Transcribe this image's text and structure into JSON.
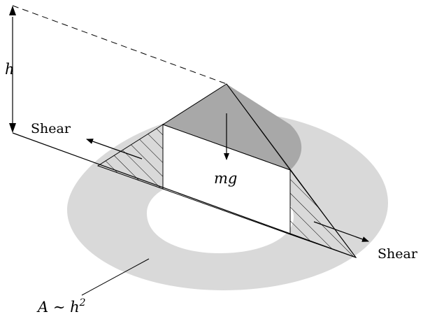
{
  "labels": {
    "height": "h",
    "shear_left": "Shear",
    "shear_right": "Shear",
    "weight": "mg",
    "area_prefix": "A ∼ h",
    "area_exponent": "2"
  },
  "colors": {
    "annulus_fill": "#d9d9d9",
    "top_face_fill": "#a8a8a8",
    "block_face_fill": "#ffffff",
    "stroke": "#000000"
  }
}
